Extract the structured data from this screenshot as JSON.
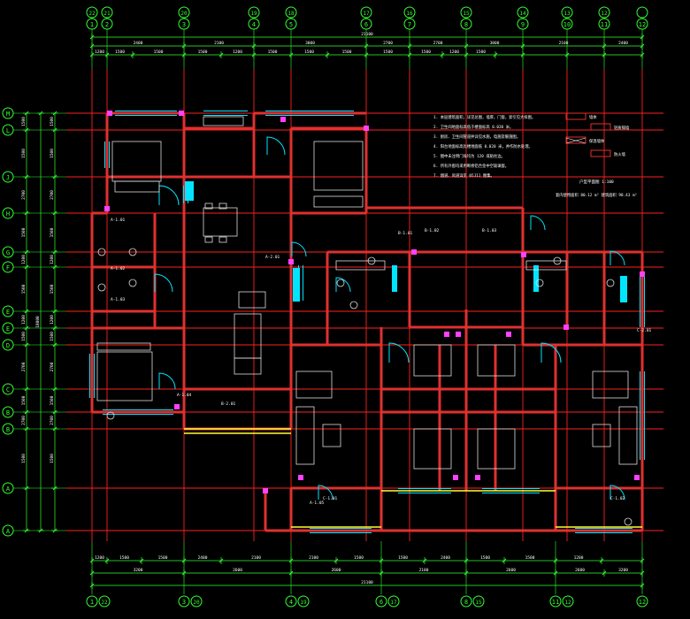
{
  "colors": {
    "background": "#000000",
    "axis_line": "#ff2020",
    "wall": "#e03030",
    "dimension": "#33ff33",
    "bubble": "#33ff33",
    "furniture": "#dddddd",
    "window": "#00e5ff",
    "door": "#00e5ff",
    "fixture": "#ff40ff",
    "text": "#ffffff",
    "yellow": "#ffff33"
  },
  "top_axes": [
    {
      "label": "1",
      "sub": "22"
    },
    {
      "label": "2",
      "sub": "21"
    },
    {
      "label": "3",
      "sub": "20"
    },
    {
      "label": "4",
      "sub": "19"
    },
    {
      "label": "5",
      "sub": "18"
    },
    {
      "label": "6",
      "sub": "17"
    },
    {
      "label": "7",
      "sub": "16"
    },
    {
      "label": "8",
      "sub": "15"
    },
    {
      "label": "9",
      "sub": "14"
    },
    {
      "label": "10",
      "sub": "13"
    },
    {
      "label": "11",
      "sub": "12"
    },
    {
      "label": "12",
      "sub": ""
    }
  ],
  "bottom_axes": [
    {
      "label": "1",
      "sub": "22"
    },
    {
      "label": "3",
      "sub": "20"
    },
    {
      "label": "4",
      "sub": "19"
    },
    {
      "label": "6",
      "sub": "17"
    },
    {
      "label": "8",
      "sub": "15"
    },
    {
      "label": "11",
      "sub": "12"
    },
    {
      "label": "12",
      "sub": ""
    }
  ],
  "left_axes": [
    "M",
    "L",
    "J",
    "H",
    "G",
    "F",
    "E",
    "E",
    "D",
    "C",
    "B",
    "B",
    "A",
    "A"
  ],
  "dims": {
    "top_total": "21100",
    "top_row1": [
      "2400",
      "2100",
      "3000",
      "2700",
      "2700",
      "3000",
      "2100",
      "2400"
    ],
    "top_row2": [
      "1200",
      "1500",
      "1500",
      "1500",
      "1200",
      "1500",
      "1500",
      "1500",
      "1500",
      "1500",
      "1200",
      "1500"
    ],
    "bottom_total": "21100",
    "bottom_row1": [
      "3200",
      "2600",
      "2600",
      "2100",
      "2600",
      "2600",
      "3200"
    ],
    "bottom_row2": [
      "1200",
      "1500",
      "1500",
      "2400",
      "2100",
      "2100",
      "1500",
      "1500",
      "2400",
      "1500",
      "1500",
      "1200"
    ],
    "left_col": [
      "1500",
      "1500",
      "2700",
      "1500",
      "1200",
      "1500",
      "1200",
      "1500",
      "2700",
      "1500",
      "2700",
      "1500"
    ],
    "left_total": "18000"
  },
  "notes": {
    "lines": [
      "1. 本层建筑面积，详见总图，墙厚，门窗，索引见大样图。",
      "2. 卫生间地面标高低于楼面标高 0.020 米。",
      "3. 厨房、卫生间管道井详见水施，电施及暖施图。",
      "4. 阳台地面标高比楼地面低 0.020 米，并作防水处理。",
      "5. 图中未注明门垛均为 120 或贴柱边。",
      "6. 所有外窗均采用断桥铝合金中空玻璃窗。",
      "7. 烟道、风道详见 05J11 图集。"
    ],
    "legend_labels": [
      "墙体",
      "轻质隔墙",
      "保温墙体",
      "防火墙"
    ],
    "scale_title": "户型平面图 1:100",
    "scale_note": "套内使用面积 80.12 m²  建筑面积 98.43 m²"
  },
  "room_labels": [
    "A-1.01",
    "A-1.02",
    "A-1.03",
    "A-1.04",
    "A-1.05",
    "B-1.01",
    "B-1.02",
    "B-1.03",
    "C-1.01",
    "C-1.02",
    "A-2.01",
    "B-2.01",
    "C-2.01"
  ]
}
